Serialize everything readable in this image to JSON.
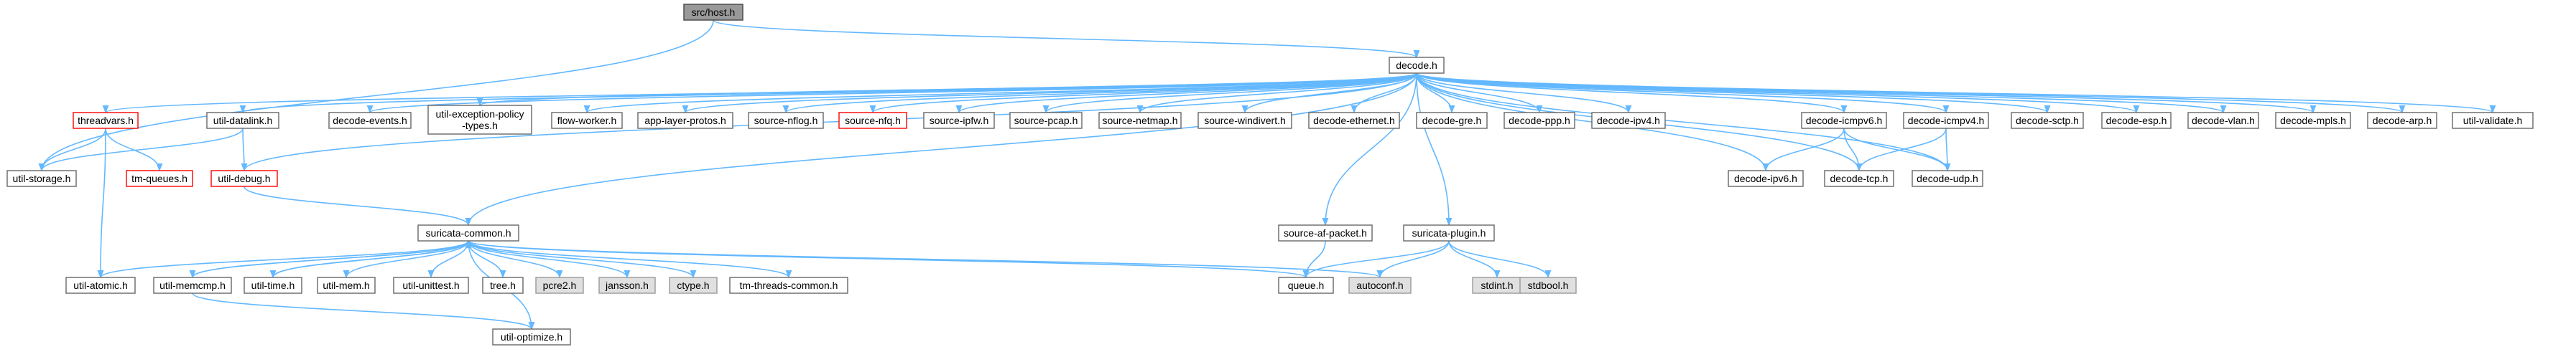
{
  "graph": {
    "root": "src/host.h",
    "colors": {
      "edge": "#63b8ff",
      "node_fill": "#ffffff",
      "node_border": "#666666",
      "root_fill": "#999999",
      "root_border": "#444444",
      "missing_border": "#ff0000",
      "system_fill": "#e0e0e0",
      "system_border": "#999999"
    },
    "nodes": [
      {
        "id": "host",
        "label": "src/host.h",
        "style": "root"
      },
      {
        "id": "decode",
        "label": "decode.h",
        "style": "normal"
      },
      {
        "id": "threadvars",
        "label": "threadvars.h",
        "style": "missing"
      },
      {
        "id": "util-datalink",
        "label": "util-datalink.h",
        "style": "normal"
      },
      {
        "id": "decode-events",
        "label": "decode-events.h",
        "style": "normal"
      },
      {
        "id": "util-exception-policy",
        "label": "util-exception-policy\n-types.h",
        "style": "normal"
      },
      {
        "id": "flow-worker",
        "label": "flow-worker.h",
        "style": "normal"
      },
      {
        "id": "app-layer-protos",
        "label": "app-layer-protos.h",
        "style": "normal"
      },
      {
        "id": "source-nflog",
        "label": "source-nflog.h",
        "style": "normal"
      },
      {
        "id": "source-nfq",
        "label": "source-nfq.h",
        "style": "missing"
      },
      {
        "id": "source-ipfw",
        "label": "source-ipfw.h",
        "style": "normal"
      },
      {
        "id": "source-pcap",
        "label": "source-pcap.h",
        "style": "normal"
      },
      {
        "id": "source-netmap",
        "label": "source-netmap.h",
        "style": "normal"
      },
      {
        "id": "source-windivert",
        "label": "source-windivert.h",
        "style": "normal"
      },
      {
        "id": "decode-ethernet",
        "label": "decode-ethernet.h",
        "style": "normal"
      },
      {
        "id": "decode-gre",
        "label": "decode-gre.h",
        "style": "normal"
      },
      {
        "id": "decode-ppp",
        "label": "decode-ppp.h",
        "style": "normal"
      },
      {
        "id": "decode-ipv4",
        "label": "decode-ipv4.h",
        "style": "normal"
      },
      {
        "id": "decode-icmpv6",
        "label": "decode-icmpv6.h",
        "style": "normal"
      },
      {
        "id": "decode-icmpv4",
        "label": "decode-icmpv4.h",
        "style": "normal"
      },
      {
        "id": "decode-sctp",
        "label": "decode-sctp.h",
        "style": "normal"
      },
      {
        "id": "decode-esp",
        "label": "decode-esp.h",
        "style": "normal"
      },
      {
        "id": "decode-vlan",
        "label": "decode-vlan.h",
        "style": "normal"
      },
      {
        "id": "decode-mpls",
        "label": "decode-mpls.h",
        "style": "normal"
      },
      {
        "id": "decode-arp",
        "label": "decode-arp.h",
        "style": "normal"
      },
      {
        "id": "util-validate",
        "label": "util-validate.h",
        "style": "normal"
      },
      {
        "id": "util-storage",
        "label": "util-storage.h",
        "style": "normal"
      },
      {
        "id": "tm-queues",
        "label": "tm-queues.h",
        "style": "missing"
      },
      {
        "id": "util-debug",
        "label": "util-debug.h",
        "style": "missing"
      },
      {
        "id": "decode-ipv6",
        "label": "decode-ipv6.h",
        "style": "normal"
      },
      {
        "id": "decode-tcp",
        "label": "decode-tcp.h",
        "style": "normal"
      },
      {
        "id": "decode-udp",
        "label": "decode-udp.h",
        "style": "normal"
      },
      {
        "id": "suricata-common",
        "label": "suricata-common.h",
        "style": "normal"
      },
      {
        "id": "source-af-packet",
        "label": "source-af-packet.h",
        "style": "normal"
      },
      {
        "id": "suricata-plugin",
        "label": "suricata-plugin.h",
        "style": "normal"
      },
      {
        "id": "util-atomic",
        "label": "util-atomic.h",
        "style": "normal"
      },
      {
        "id": "util-memcmp",
        "label": "util-memcmp.h",
        "style": "normal"
      },
      {
        "id": "util-time",
        "label": "util-time.h",
        "style": "normal"
      },
      {
        "id": "util-mem",
        "label": "util-mem.h",
        "style": "normal"
      },
      {
        "id": "util-unittest",
        "label": "util-unittest.h",
        "style": "normal"
      },
      {
        "id": "tree",
        "label": "tree.h",
        "style": "normal"
      },
      {
        "id": "pcre2",
        "label": "pcre2.h",
        "style": "system"
      },
      {
        "id": "jansson",
        "label": "jansson.h",
        "style": "system"
      },
      {
        "id": "ctype",
        "label": "ctype.h",
        "style": "system"
      },
      {
        "id": "tm-threads-common",
        "label": "tm-threads-common.h",
        "style": "normal"
      },
      {
        "id": "queue",
        "label": "queue.h",
        "style": "normal"
      },
      {
        "id": "autoconf",
        "label": "autoconf.h",
        "style": "system"
      },
      {
        "id": "stdint",
        "label": "stdint.h",
        "style": "system"
      },
      {
        "id": "stdbool",
        "label": "stdbool.h",
        "style": "system"
      },
      {
        "id": "util-optimize",
        "label": "util-optimize.h",
        "style": "normal"
      }
    ],
    "edges": [
      [
        "host",
        "decode"
      ],
      [
        "host",
        "util-storage"
      ],
      [
        "decode",
        "threadvars"
      ],
      [
        "decode",
        "util-datalink"
      ],
      [
        "decode",
        "decode-events"
      ],
      [
        "decode",
        "util-exception-policy"
      ],
      [
        "decode",
        "flow-worker"
      ],
      [
        "decode",
        "app-layer-protos"
      ],
      [
        "decode",
        "source-nflog"
      ],
      [
        "decode",
        "source-nfq"
      ],
      [
        "decode",
        "source-ipfw"
      ],
      [
        "decode",
        "source-pcap"
      ],
      [
        "decode",
        "source-netmap"
      ],
      [
        "decode",
        "source-windivert"
      ],
      [
        "decode",
        "decode-ethernet"
      ],
      [
        "decode",
        "decode-gre"
      ],
      [
        "decode",
        "decode-ppp"
      ],
      [
        "decode",
        "decode-ipv4"
      ],
      [
        "decode",
        "decode-icmpv6"
      ],
      [
        "decode",
        "decode-icmpv4"
      ],
      [
        "decode",
        "decode-sctp"
      ],
      [
        "decode",
        "decode-esp"
      ],
      [
        "decode",
        "decode-vlan"
      ],
      [
        "decode",
        "decode-mpls"
      ],
      [
        "decode",
        "decode-arp"
      ],
      [
        "decode",
        "util-validate"
      ],
      [
        "decode",
        "util-debug"
      ],
      [
        "decode",
        "suricata-common"
      ],
      [
        "decode",
        "decode-ipv6"
      ],
      [
        "decode",
        "decode-tcp"
      ],
      [
        "decode",
        "decode-udp"
      ],
      [
        "decode",
        "source-af-packet"
      ],
      [
        "decode",
        "suricata-plugin"
      ],
      [
        "threadvars",
        "util-storage"
      ],
      [
        "threadvars",
        "tm-queues"
      ],
      [
        "threadvars",
        "util-atomic"
      ],
      [
        "util-datalink",
        "util-storage"
      ],
      [
        "util-datalink",
        "util-debug"
      ],
      [
        "decode-icmpv6",
        "decode-ipv6"
      ],
      [
        "decode-icmpv6",
        "decode-tcp"
      ],
      [
        "decode-icmpv6",
        "decode-udp"
      ],
      [
        "decode-icmpv4",
        "decode-tcp"
      ],
      [
        "decode-icmpv4",
        "decode-udp"
      ],
      [
        "util-debug",
        "suricata-common"
      ],
      [
        "suricata-common",
        "util-atomic"
      ],
      [
        "suricata-common",
        "util-memcmp"
      ],
      [
        "suricata-common",
        "util-time"
      ],
      [
        "suricata-common",
        "util-mem"
      ],
      [
        "suricata-common",
        "util-unittest"
      ],
      [
        "suricata-common",
        "tree"
      ],
      [
        "suricata-common",
        "pcre2"
      ],
      [
        "suricata-common",
        "jansson"
      ],
      [
        "suricata-common",
        "ctype"
      ],
      [
        "suricata-common",
        "tm-threads-common"
      ],
      [
        "suricata-common",
        "queue"
      ],
      [
        "suricata-common",
        "autoconf"
      ],
      [
        "suricata-common",
        "util-optimize"
      ],
      [
        "util-memcmp",
        "suricata-common"
      ],
      [
        "util-memcmp",
        "util-optimize"
      ],
      [
        "util-time",
        "suricata-common"
      ],
      [
        "source-af-packet",
        "queue"
      ],
      [
        "suricata-plugin",
        "queue"
      ],
      [
        "suricata-plugin",
        "autoconf"
      ],
      [
        "suricata-plugin",
        "stdint"
      ],
      [
        "suricata-plugin",
        "stdbool"
      ]
    ]
  }
}
